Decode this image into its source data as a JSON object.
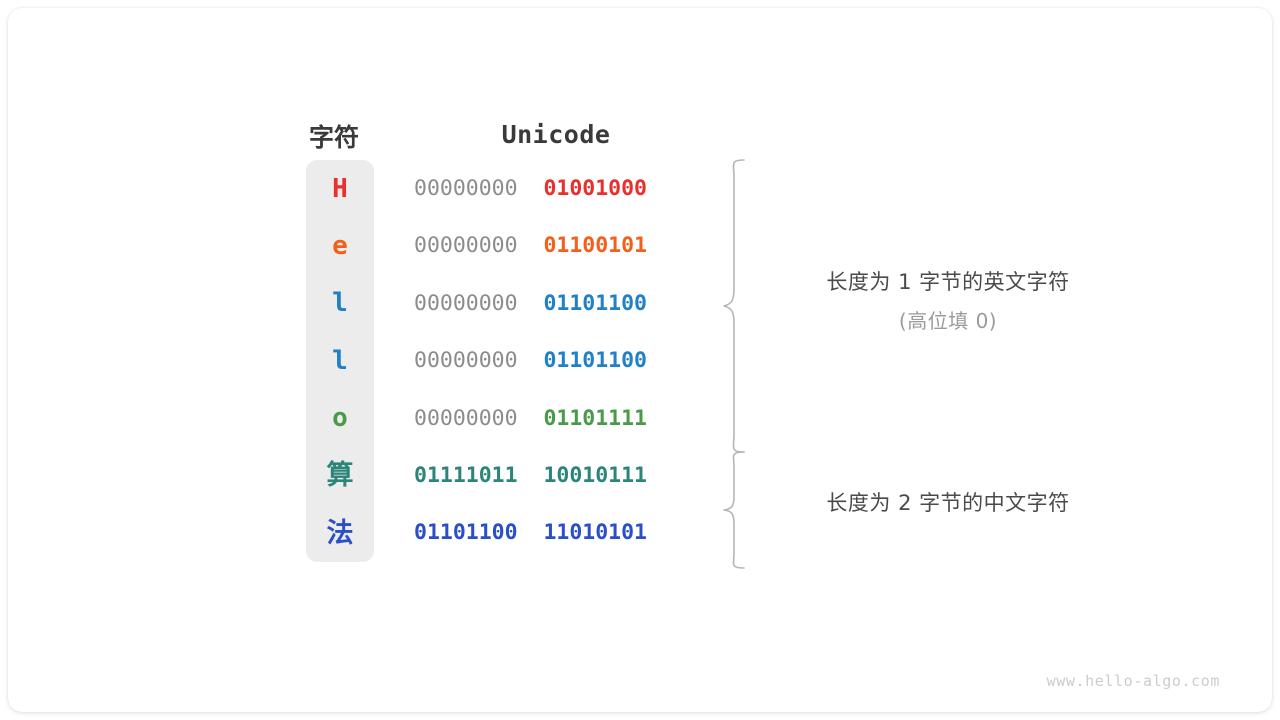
{
  "headers": {
    "char": "字符",
    "unicode": "Unicode"
  },
  "rows": [
    {
      "char": "H",
      "script": "latin",
      "byte_hi": "00000000",
      "byte_lo": "01001000",
      "hi_colored": false,
      "color": "#e8312d"
    },
    {
      "char": "e",
      "script": "latin",
      "byte_hi": "00000000",
      "byte_lo": "01100101",
      "hi_colored": false,
      "color": "#f4601b"
    },
    {
      "char": "l",
      "script": "latin",
      "byte_hi": "00000000",
      "byte_lo": "01101100",
      "hi_colored": false,
      "color": "#2181c6"
    },
    {
      "char": "l",
      "script": "latin",
      "byte_hi": "00000000",
      "byte_lo": "01101100",
      "hi_colored": false,
      "color": "#2181c6"
    },
    {
      "char": "o",
      "script": "latin",
      "byte_hi": "00000000",
      "byte_lo": "01101111",
      "hi_colored": false,
      "color": "#4a9a4a"
    },
    {
      "char": "算",
      "script": "cjk",
      "byte_hi": "01111011",
      "byte_lo": "10010111",
      "hi_colored": true,
      "color": "#2b8579"
    },
    {
      "char": "法",
      "script": "cjk",
      "byte_hi": "01101100",
      "byte_lo": "11010101",
      "hi_colored": true,
      "color": "#2b4fc8"
    }
  ],
  "annotations": [
    {
      "main": "长度为 1 字节的英文字符",
      "sub": "(高位填 0)"
    },
    {
      "main": "长度为 2 字节的中文字符",
      "sub": ""
    }
  ],
  "watermark": "www.hello-algo.com",
  "colors": {
    "track_background": "#ececec",
    "byte_high_gray": "#8c8c8c",
    "brace_stroke": "#b6b6b6",
    "annotation_main": "#4a4a4a",
    "annotation_sub": "#9b9b9b",
    "header_text": "#3a3a3a",
    "watermark": "#cccccc",
    "card_background": "#ffffff"
  }
}
